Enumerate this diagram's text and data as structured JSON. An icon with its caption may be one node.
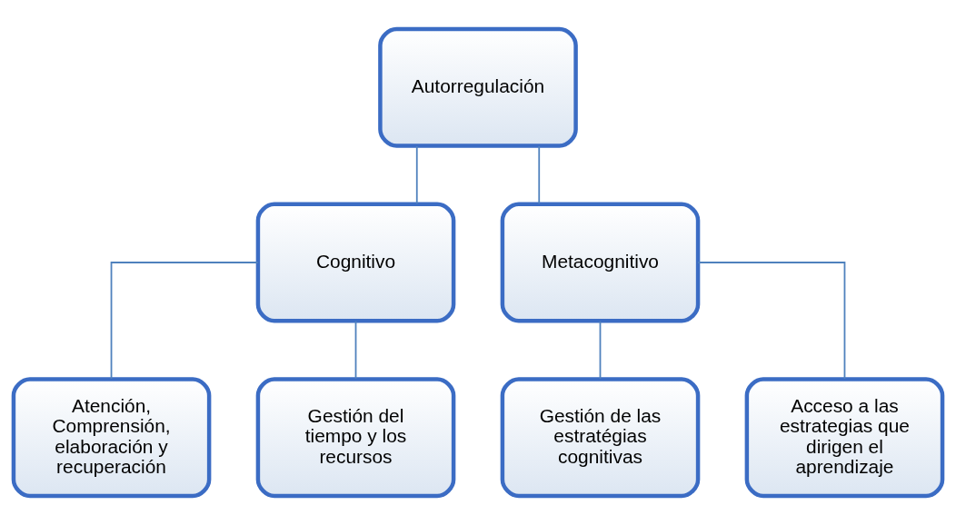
{
  "diagram": {
    "nodes": [
      {
        "text": [
          "Autorregulación"
        ]
      },
      {
        "text": [
          "Cognitivo"
        ]
      },
      {
        "text": [
          "Metacognitivo"
        ]
      },
      {
        "text": [
          "Atención, Comprensión, elaboración y recuperación"
        ]
      },
      {
        "text": [
          "Gestión del tiempo y los recursos"
        ]
      },
      {
        "text": [
          "Gestión de las estratégias cognitivas"
        ]
      },
      {
        "text": [
          "Acceso a las estrategias que dirigen el aprendizaje"
        ]
      }
    ],
    "edges": [
      {
        "from": 0,
        "to": 1,
        "arrow": "none"
      },
      {
        "from": 0,
        "to": 2,
        "arrow": "none"
      },
      {
        "from": 1,
        "to": 3,
        "arrow": "none"
      },
      {
        "from": 1,
        "to": 4,
        "arrow": "none"
      },
      {
        "from": 2,
        "to": 5,
        "arrow": "none"
      },
      {
        "from": 2,
        "to": 6,
        "arrow": "none"
      }
    ]
  }
}
